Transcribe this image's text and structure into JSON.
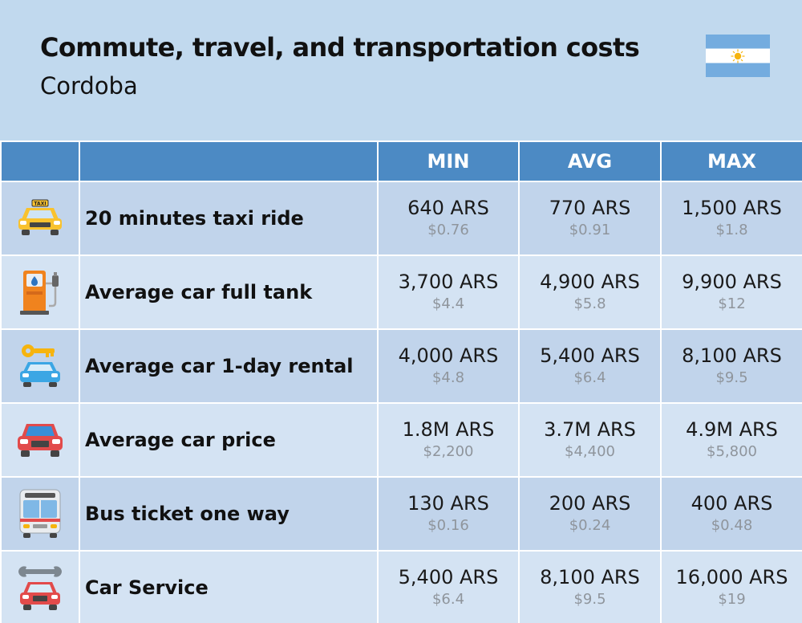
{
  "header": {
    "title": "Commute, travel, and transportation costs",
    "subtitle": "Cordoba"
  },
  "flag": {
    "country": "Argentina",
    "colors": [
      "#74acdf",
      "#ffffff",
      "#f6b40e"
    ]
  },
  "columns": [
    "MIN",
    "AVG",
    "MAX"
  ],
  "rows": [
    {
      "icon": "taxi-icon",
      "label": "20 minutes taxi ride",
      "min": {
        "ars": "640 ARS",
        "usd": "$0.76"
      },
      "avg": {
        "ars": "770 ARS",
        "usd": "$0.91"
      },
      "max": {
        "ars": "1,500 ARS",
        "usd": "$1.8"
      }
    },
    {
      "icon": "fuel-pump-icon",
      "label": "Average car full tank",
      "min": {
        "ars": "3,700 ARS",
        "usd": "$4.4"
      },
      "avg": {
        "ars": "4,900 ARS",
        "usd": "$5.8"
      },
      "max": {
        "ars": "9,900 ARS",
        "usd": "$12"
      }
    },
    {
      "icon": "car-rental-icon",
      "label": "Average car 1-day rental",
      "min": {
        "ars": "4,000 ARS",
        "usd": "$4.8"
      },
      "avg": {
        "ars": "5,400 ARS",
        "usd": "$6.4"
      },
      "max": {
        "ars": "8,100 ARS",
        "usd": "$9.5"
      }
    },
    {
      "icon": "car-icon",
      "label": "Average car price",
      "min": {
        "ars": "1.8M ARS",
        "usd": "$2,200"
      },
      "avg": {
        "ars": "3.7M ARS",
        "usd": "$4,400"
      },
      "max": {
        "ars": "4.9M ARS",
        "usd": "$5,800"
      }
    },
    {
      "icon": "bus-icon",
      "label": "Bus ticket one way",
      "min": {
        "ars": "130 ARS",
        "usd": "$0.16"
      },
      "avg": {
        "ars": "200 ARS",
        "usd": "$0.24"
      },
      "max": {
        "ars": "400 ARS",
        "usd": "$0.48"
      }
    },
    {
      "icon": "car-service-icon",
      "label": "Car Service",
      "min": {
        "ars": "5,400 ARS",
        "usd": "$6.4"
      },
      "avg": {
        "ars": "8,100 ARS",
        "usd": "$9.5"
      },
      "max": {
        "ars": "16,000 ARS",
        "usd": "$19"
      }
    }
  ]
}
